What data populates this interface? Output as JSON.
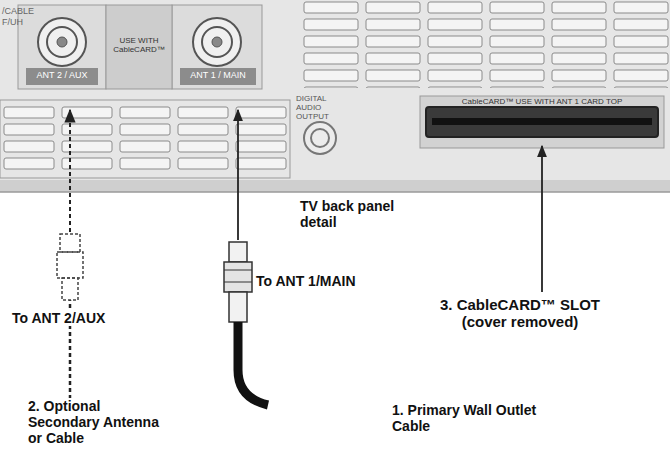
{
  "diagram": {
    "labels": [
      "/CABLE",
      "F/UH",
      "ANT 2 / AUX",
      "USE WITH CableCARD™",
      "ANT 1 / MAIN",
      "DIGITAL AUDIO OUTPUT",
      "CableCARD™ USE WITH ANT 1 CARD TOP",
      "TV back panel detail",
      "To ANT 1/MAIN",
      "To ANT 2/AUX",
      "3. CableCARD™ SLOT (cover removed)",
      "2. Optional Secondary Antenna or Cable",
      "1. Primary Wall Outlet Cable"
    ]
  }
}
